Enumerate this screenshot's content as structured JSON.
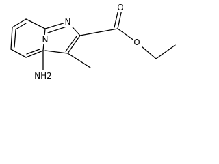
{
  "structure": {
    "atoms": {
      "ring_nitrogen_top": "N",
      "ring_nitrogen_bridge": "N",
      "ester_carbonyl_oxygen": "O",
      "ester_ether_oxygen": "O",
      "amino_group": "NH2"
    }
  },
  "colors": {
    "bond": "#000000",
    "text": "#000000",
    "background": "#ffffff"
  }
}
